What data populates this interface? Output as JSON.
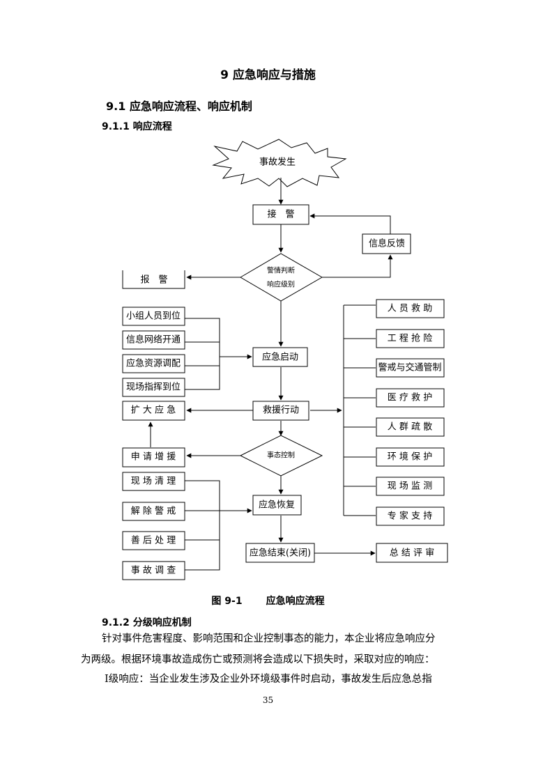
{
  "headings": {
    "chapter": "9  应急响应与措施",
    "section": "9.1 应急响应流程、响应机制",
    "subsection1": "9.1.1 响应流程",
    "subsection2": "9.1.2 分级响应机制"
  },
  "flowchart": {
    "start": "事故发生",
    "receive": "接　警",
    "feedback": "信息反馈",
    "judge_line1": "警情判断",
    "judge_line2": "响应级别",
    "report": "报　警",
    "prep": [
      "小组人员到位",
      "信息网络开通",
      "应急资源调配",
      "现场指挥到位"
    ],
    "launch": "应急启动",
    "expand": "扩 大 应 急",
    "action": "救援行动",
    "control": "事态控制",
    "request": "申 请 增 援",
    "measures": [
      "人 员 救 助",
      "工 程 抢 险",
      "警戒与交通管制",
      "医 疗 救 护",
      "人 群 疏 散",
      "环 境 保 护",
      "现 场 监 测",
      "专 家 支 持"
    ],
    "recovery_tasks": [
      "现 场 清 理",
      "解 除 警 戒",
      "善 后 处 理",
      "事 故 调 查"
    ],
    "recovery": "应急恢复",
    "end": "应急结束(关闭)",
    "review": "总 结 评 审"
  },
  "caption": {
    "number": "图 9-1",
    "title": "应急响应流程"
  },
  "paragraphs": [
    "针对事件危害程度、影响范围和企业控制事态的能力，本企业将应急响应分",
    "为两级。根据环境事故造成伤亡或预测将会造成以下损失时，采取对应的响应：",
    "Ⅰ级响应：当企业发生涉及企业外环境级事件时启动，事故发生后应急总指"
  ],
  "page_number": "35"
}
